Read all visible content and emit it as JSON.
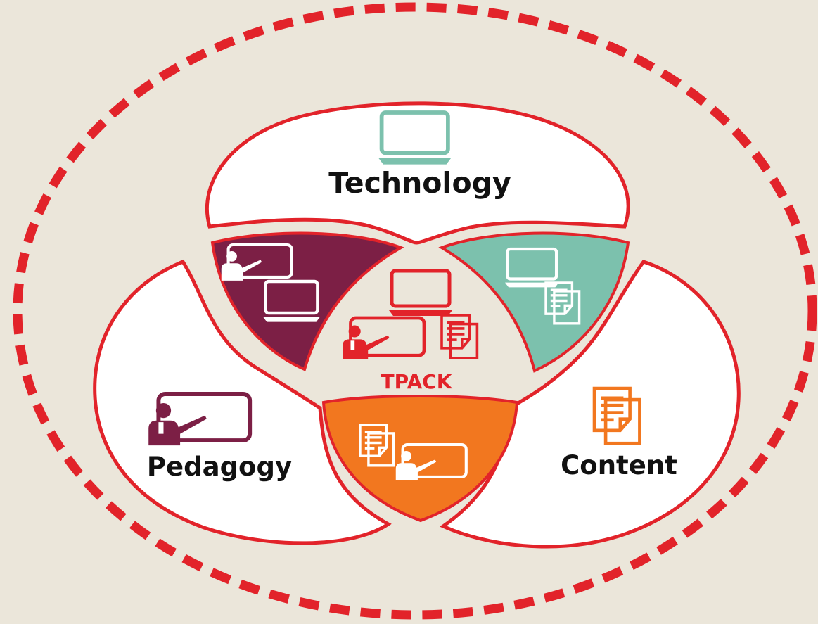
{
  "labels": {
    "technology": "Technology",
    "pedagogy": "Pedagogy",
    "content": "Content",
    "center": "TPACK"
  },
  "colors": {
    "background": "#ebe6da",
    "ring": "#e2232a",
    "petal_fill": "#ffffff",
    "pedagogy_technology": "#7c1f45",
    "technology_content": "#7cc1ad",
    "pedagogy_content": "#f2771f",
    "tpack": "#e2232a",
    "technology_icon": "#7cc1ad",
    "pedagogy_icon": "#7c1f45",
    "content_icon": "#f2771f",
    "text": "#111111"
  },
  "icons": {
    "technology": "laptop-icon",
    "pedagogy": "teacher-board-icon",
    "content": "documents-icon",
    "pedagogy_technology": [
      "teacher-board-icon",
      "laptop-icon"
    ],
    "technology_content": [
      "laptop-icon",
      "documents-icon"
    ],
    "pedagogy_content": [
      "documents-icon",
      "teacher-board-icon"
    ],
    "tpack": [
      "laptop-icon",
      "teacher-board-icon",
      "documents-icon"
    ]
  }
}
